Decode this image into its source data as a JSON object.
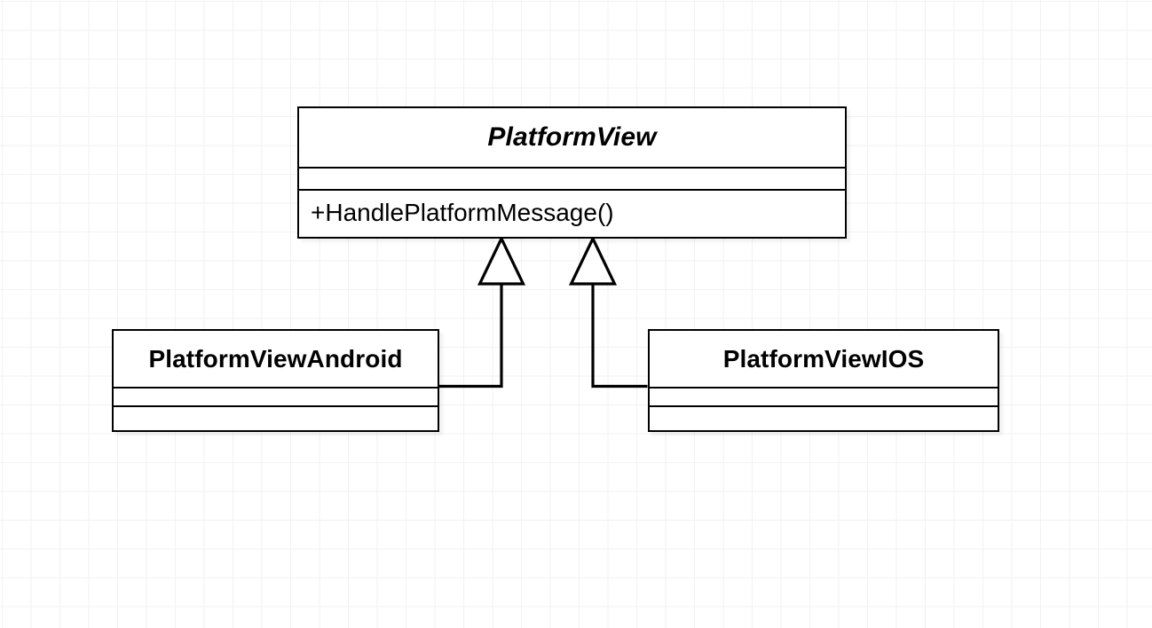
{
  "diagram": {
    "type": "uml-class-diagram",
    "notation": "UML",
    "background": "#ffffff",
    "grid_color": "#f2f2f2",
    "line_color": "#000000",
    "classes": [
      {
        "id": "platformview",
        "name": "PlatformView",
        "stereotype": "abstract",
        "name_style": "bold-italic",
        "attributes": [],
        "methods": [
          "+HandlePlatformMessage()"
        ]
      },
      {
        "id": "platformviewandroid",
        "name": "PlatformViewAndroid",
        "stereotype": "concrete",
        "name_style": "bold",
        "attributes": [],
        "methods": []
      },
      {
        "id": "platformviewios",
        "name": "PlatformViewIOS",
        "stereotype": "concrete",
        "name_style": "bold",
        "attributes": [],
        "methods": []
      }
    ],
    "relationships": [
      {
        "id": "android-generalization",
        "type": "generalization",
        "label": "",
        "source": "PlatformViewAndroid",
        "target": "PlatformView",
        "arrow": "hollow-triangle"
      },
      {
        "id": "ios-generalization",
        "type": "generalization",
        "label": "",
        "source": "PlatformViewIOS",
        "target": "PlatformView",
        "arrow": "hollow-triangle"
      }
    ]
  }
}
